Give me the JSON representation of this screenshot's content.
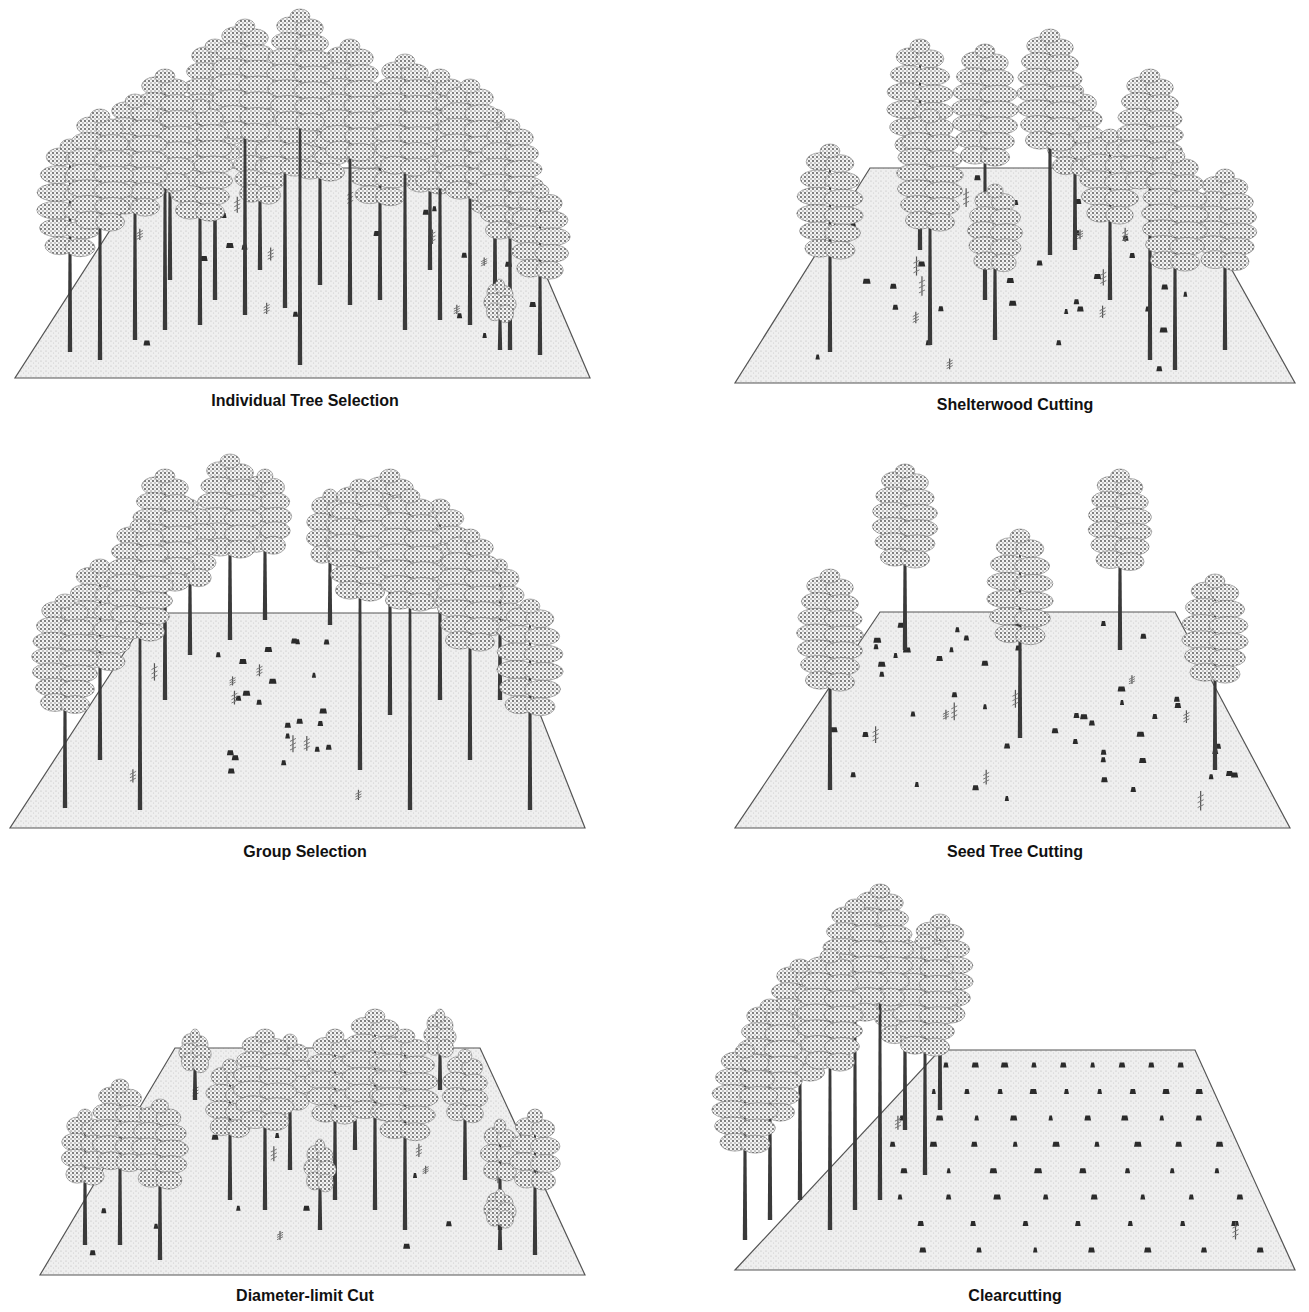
{
  "diagram": {
    "labels": [
      "Individual Tree Selection",
      "Shelterwood Cutting",
      "Group Selection",
      "Seed Tree Cutting",
      "Diameter-limit Cut",
      "Clearcutting"
    ]
  }
}
